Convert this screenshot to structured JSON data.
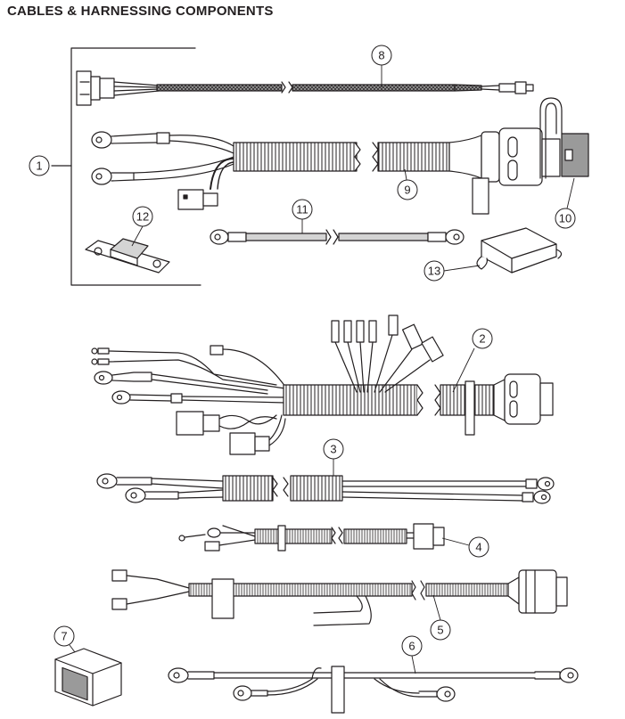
{
  "title": "CABLES & HARNESSING COMPONENTS",
  "colors": {
    "ink": "#231f20",
    "sleeve": "#d4d4d4",
    "white": "#ffffff"
  },
  "callouts": [
    {
      "number": "1"
    },
    {
      "number": "2"
    },
    {
      "number": "3"
    },
    {
      "number": "4"
    },
    {
      "number": "5"
    },
    {
      "number": "6"
    },
    {
      "number": "7"
    },
    {
      "number": "8"
    },
    {
      "number": "9"
    },
    {
      "number": "10"
    },
    {
      "number": "11"
    },
    {
      "number": "12"
    },
    {
      "number": "13"
    }
  ]
}
